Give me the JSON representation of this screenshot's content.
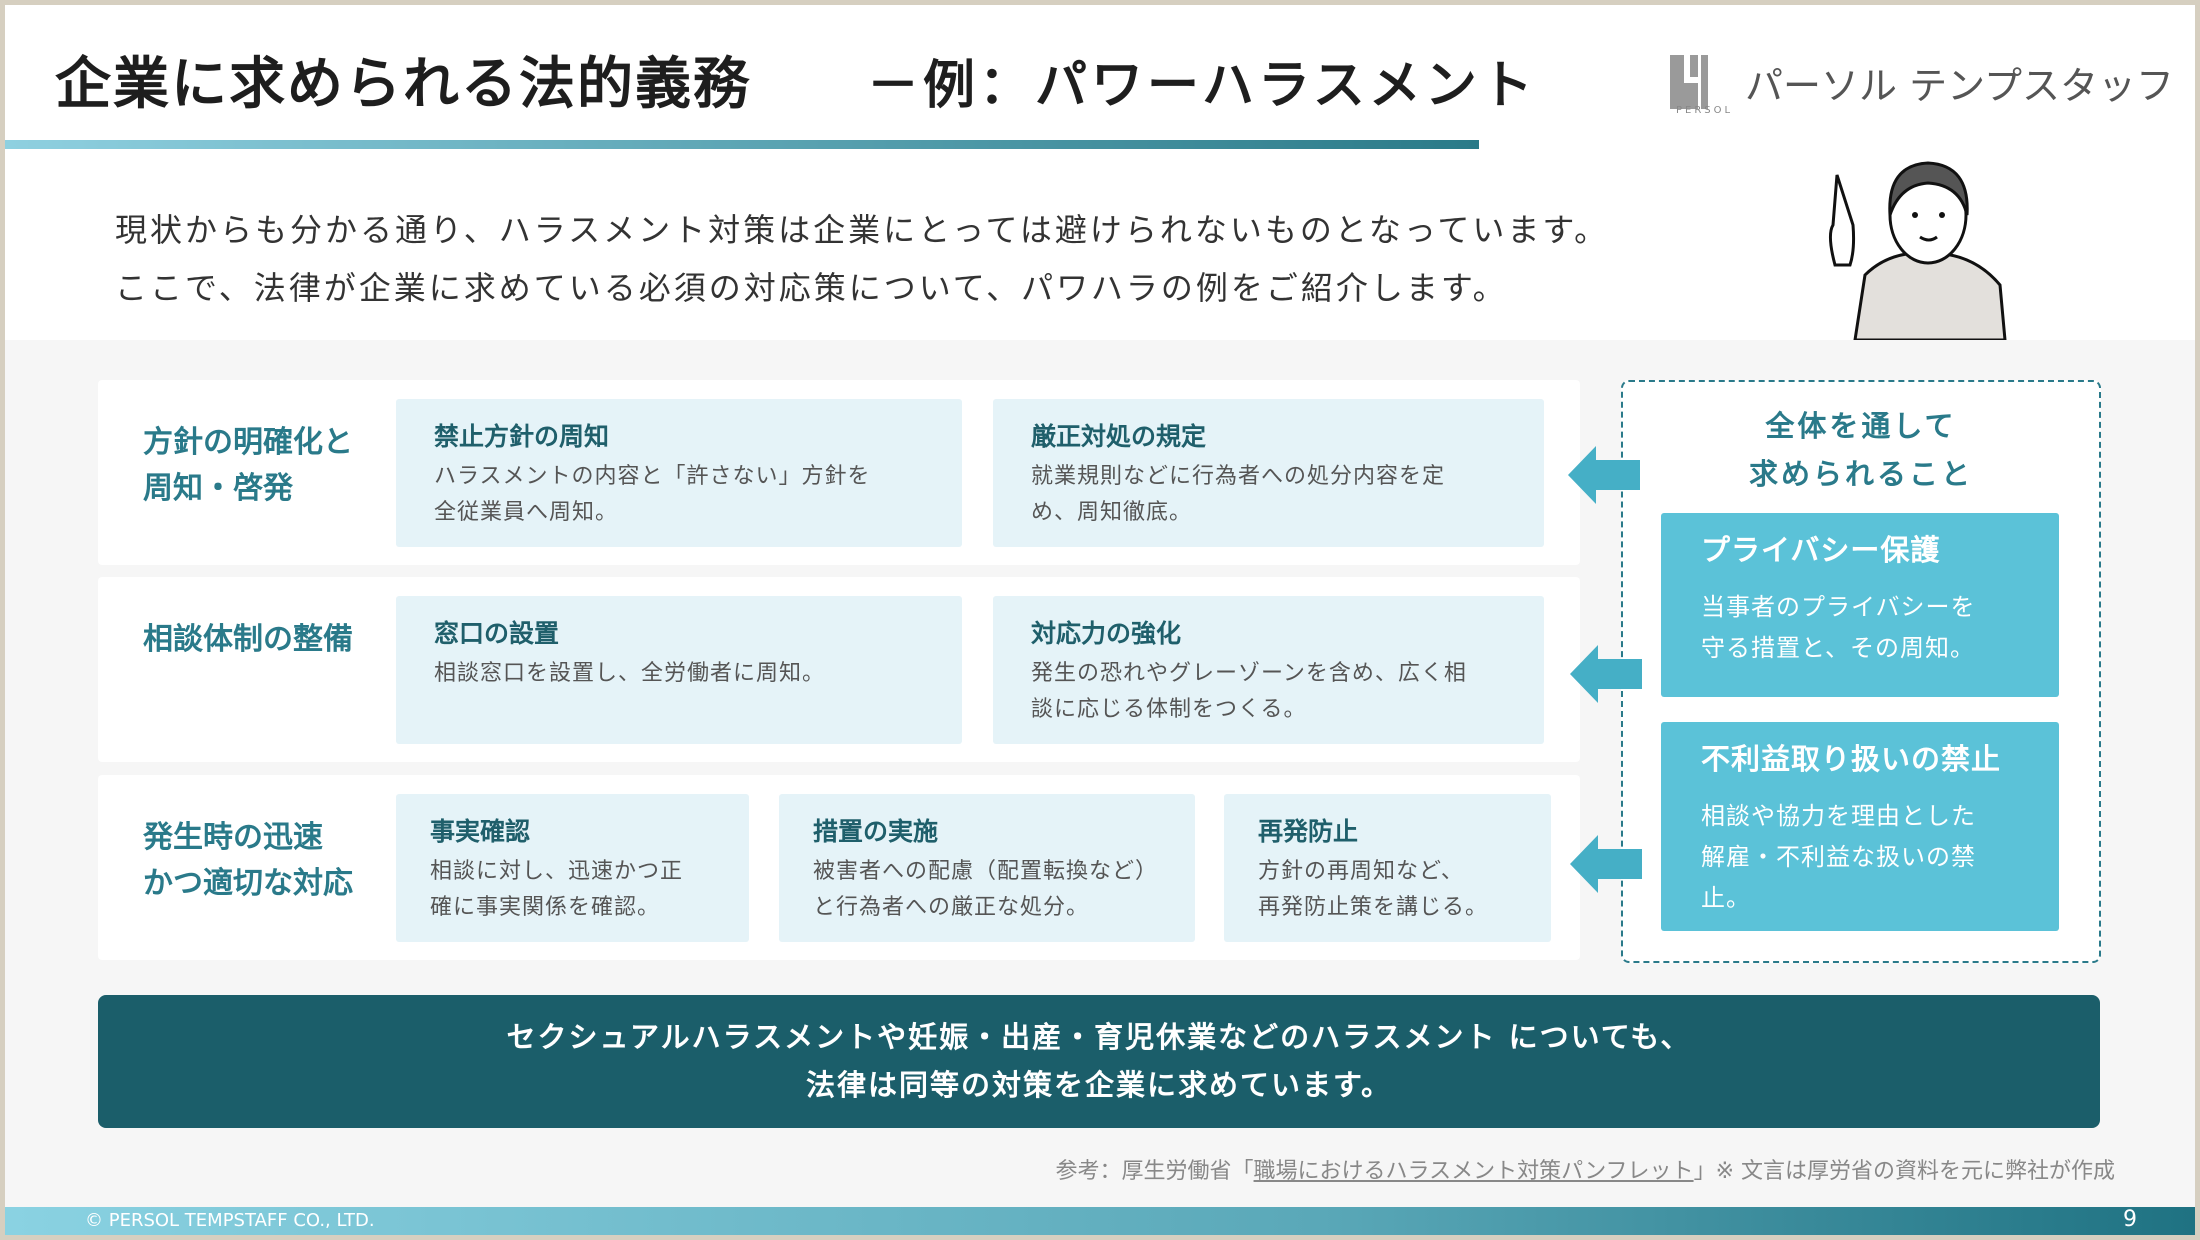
{
  "header": {
    "title": "企業に求められる法的義務",
    "subtitle": "－例：パワーハラスメント",
    "logo_word": "PERSOL",
    "logo_name": "パーソル テンプスタッフ"
  },
  "intro": [
    "現状からも分かる通り、ハラスメント対策は企業にとっては避けられないものとなっています。",
    "ここで、法律が企業に求めている必須の対応策について、パワハラの例をご紹介します。"
  ],
  "rows": [
    {
      "label": [
        "方針の明確化と",
        "周知・啓発"
      ],
      "cards": [
        {
          "title": "禁止方針の周知",
          "body": [
            "ハラスメントの内容と「許さない」方針を",
            "全従業員へ周知。"
          ]
        },
        {
          "title": "厳正対処の規定",
          "body": [
            "就業規則などに行為者への処分内容を定",
            "め、周知徹底。"
          ]
        }
      ]
    },
    {
      "label": [
        "相談体制の整備"
      ],
      "cards": [
        {
          "title": "窓口の設置",
          "body": [
            "相談窓口を設置し、全労働者に周知。"
          ]
        },
        {
          "title": "対応力の強化",
          "body": [
            "発生の恐れやグレーゾーンを含め、広く相",
            "談に応じる体制をつくる。"
          ]
        }
      ]
    },
    {
      "label": [
        "発生時の迅速",
        "かつ適切な対応"
      ],
      "cards": [
        {
          "title": "事実確認",
          "body": [
            "相談に対し、迅速かつ正",
            "確に事実関係を確認。"
          ]
        },
        {
          "title": "措置の実施",
          "body": [
            "被害者への配慮（配置転換など）",
            "と行為者への厳正な処分。"
          ]
        },
        {
          "title": "再発防止",
          "body": [
            "方針の再周知など、",
            "再発防止策を講じる。"
          ]
        }
      ]
    }
  ],
  "side": {
    "title": [
      "全体を通して",
      "求められること"
    ],
    "boxes": [
      {
        "title": "プライバシー保護",
        "body": [
          "当事者のプライバシーを",
          "守る措置と、その周知。"
        ]
      },
      {
        "title": "不利益取り扱いの禁止",
        "body": [
          "相談や協力を理由とした",
          "解雇・不利益な扱いの禁",
          "止。"
        ]
      }
    ]
  },
  "banner": [
    "セクシュアルハラスメントや妊娠・出産・育児休業などのハラスメント についても、",
    "法律は同等の対策を企業に求めています。"
  ],
  "reference": {
    "prefix": "参考：厚生労働省「",
    "link": "職場におけるハラスメント対策パンフレット",
    "suffix": "」※ 文言は厚労省の資料を元に弊社が作成"
  },
  "footer": {
    "copyright": "© PERSOL TEMPSTAFF CO., LTD.",
    "page": "9"
  },
  "colors": {
    "accent": "#2a7a8a",
    "card_bg": "#e5f3f8",
    "blue_box": "#5bc2d8",
    "banner": "#1b5e6a"
  }
}
